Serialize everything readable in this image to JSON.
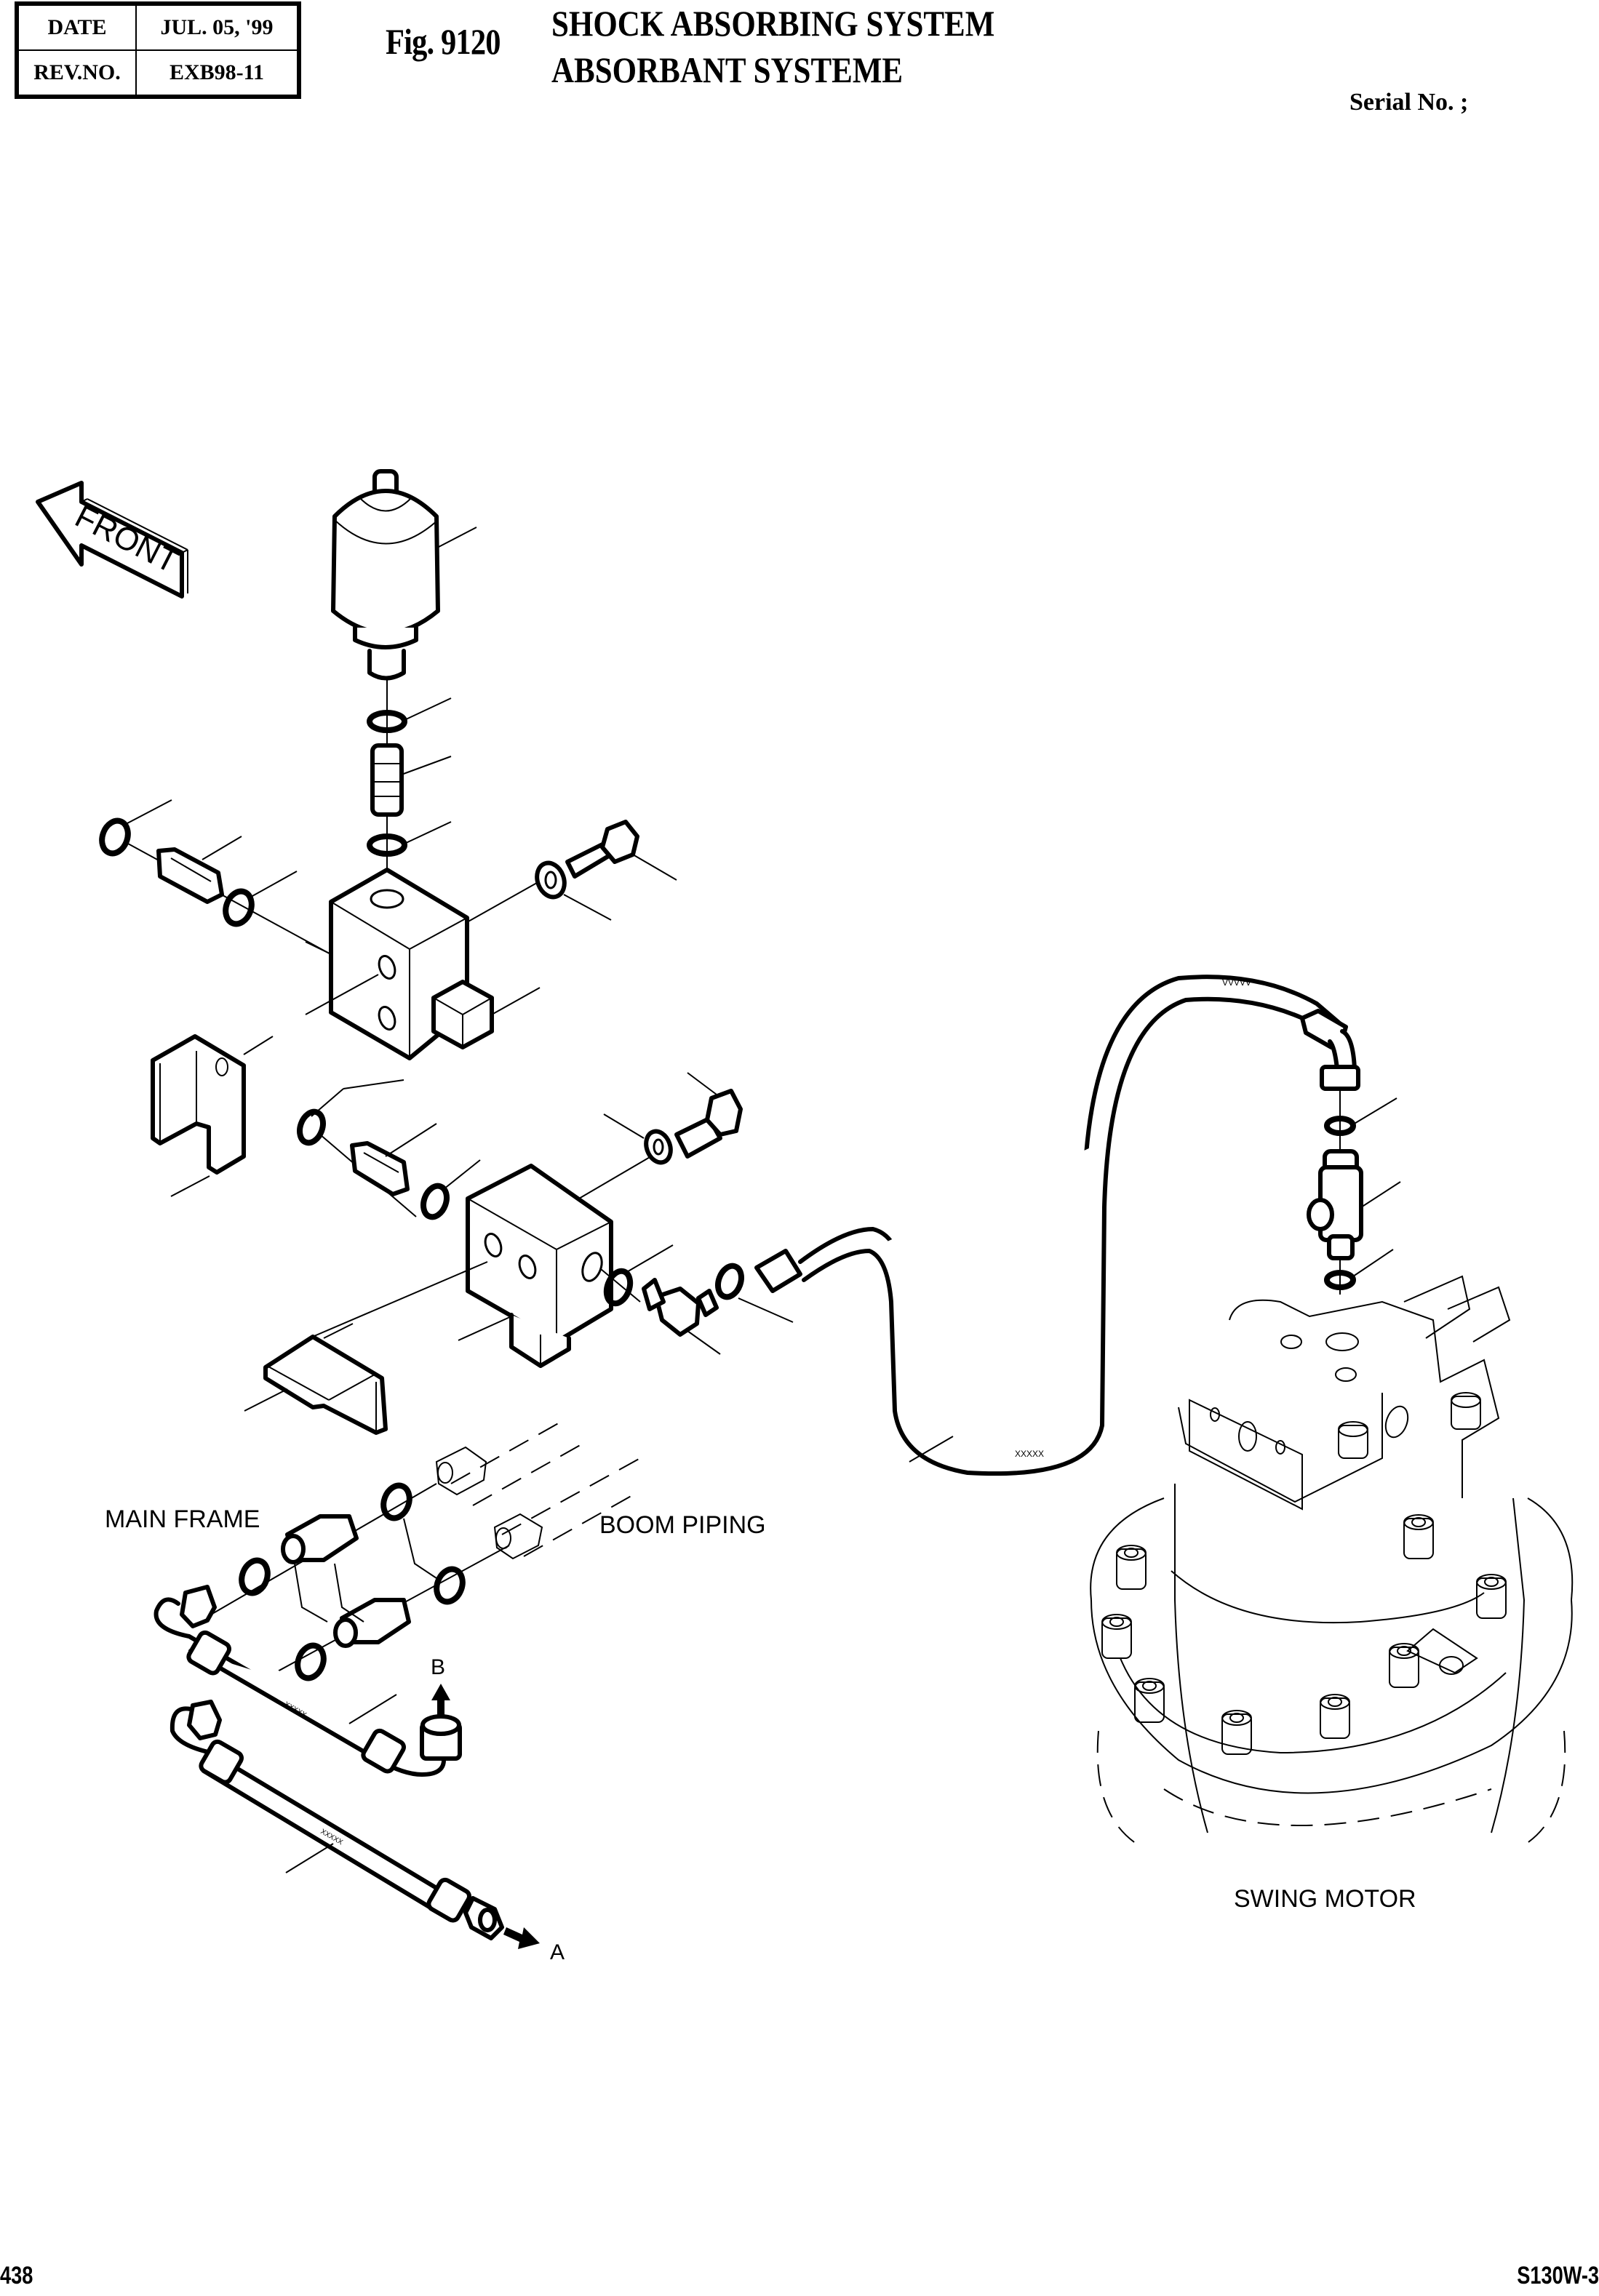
{
  "header": {
    "date_label": "DATE",
    "date_value": "JUL. 05, '99",
    "rev_label": "REV.NO.",
    "rev_value": "EXB98-11",
    "figure_number": "Fig. 9120",
    "title_en": "SHOCK ABSORBING SYSTEM",
    "title_fr": "ABSORBANT SYSTEME",
    "serial_label": "Serial No. ;"
  },
  "diagram": {
    "orientation_arrow_label": "FRONT",
    "callouts": {
      "main_frame": "MAIN FRAME",
      "boom_piping": "BOOM PIPING",
      "swing_motor": "SWING MOTOR"
    },
    "ports": {
      "a": "A",
      "b": "B"
    },
    "components": [
      "accumulator",
      "o-ring",
      "adapter",
      "valve-block-upper",
      "solenoid-connector",
      "bolt",
      "lock-washer",
      "bracket-upper",
      "valve-block-lower",
      "elbow-fitting",
      "bracket-lower",
      "hose-to-swing-motor",
      "tee-fitting",
      "pipe-port-a",
      "pipe-port-b",
      "swing-motor"
    ]
  },
  "footer": {
    "page_number": "438",
    "model": "S130W-3"
  }
}
